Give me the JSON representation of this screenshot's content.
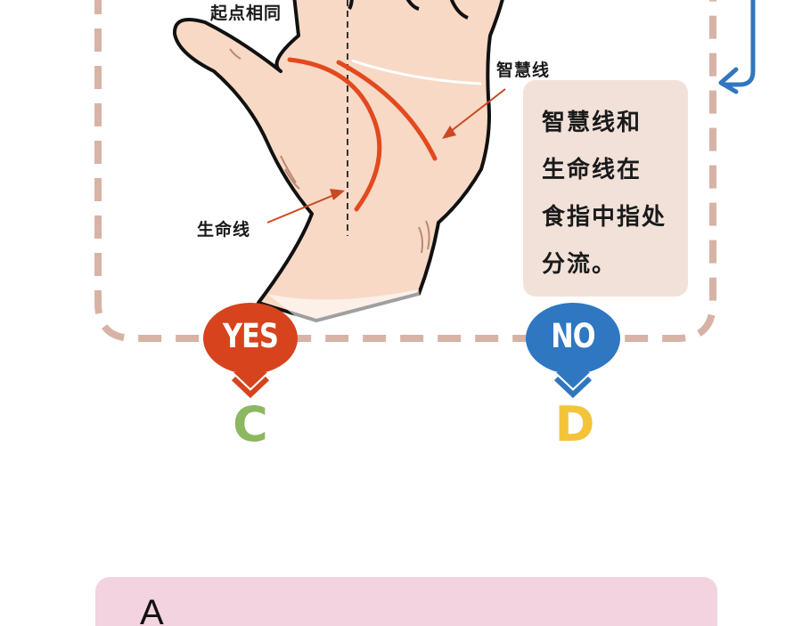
{
  "labels": {
    "same_start": "起点相同",
    "wisdom_line": "智慧线",
    "life_line": "生命线"
  },
  "note": {
    "lines": [
      "智慧线和",
      "生命线在",
      "食指中指处",
      "分流。"
    ]
  },
  "options": [
    {
      "badge": "YES",
      "badge_color": "#d6431c",
      "result": "C",
      "result_color": "#8cb860"
    },
    {
      "badge": "NO",
      "badge_color": "#2f77c0",
      "result": "D",
      "result_color": "#f3c43a"
    }
  ],
  "bottom_card": {
    "letter": "A"
  },
  "colors": {
    "frame_dash": "#d7b3a6",
    "skin": "#f7d9c6",
    "palm_line": "#e24a1e",
    "note_bg": "#f1e1d9",
    "bottom_card_bg": "#f3d3df",
    "back_arrow": "#2f77c0"
  }
}
